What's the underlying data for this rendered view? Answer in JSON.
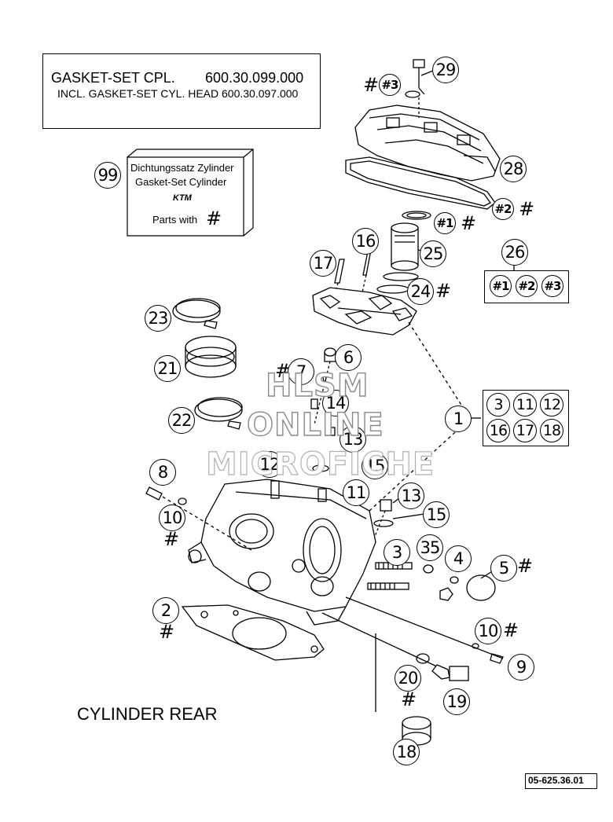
{
  "gasket_box": {
    "line1_label": "GASKET-SET CPL.",
    "line1_number": "600.30.099.000",
    "line2": "INCL. GASKET-SET CYL. HEAD 600.30.097.000"
  },
  "kit_box": {
    "callout": "99",
    "line1": "Dichtungssatz Zylinder",
    "line2": "Gasket-Set Cylinder",
    "logo": "KTM",
    "parts_with": "Parts with",
    "hash": "#"
  },
  "set26": {
    "callout": "26",
    "items": [
      "#1",
      "#2",
      "#3"
    ]
  },
  "set1": {
    "callout": "1",
    "items": [
      "3",
      "11",
      "12",
      "16",
      "17",
      "18"
    ]
  },
  "callouts": {
    "c29": "29",
    "c28": "28",
    "c25": "25",
    "c24": "24",
    "c16": "16",
    "c17": "17",
    "c23": "23",
    "c21": "21",
    "c22": "22",
    "c6": "6",
    "c7": "7",
    "c14": "14",
    "c13a": "13",
    "c15a": "15",
    "c12": "12",
    "c11": "11",
    "c13b": "13",
    "c15b": "15",
    "c8": "8",
    "c10a": "10",
    "c3": "3",
    "c35": "35",
    "c4": "4",
    "c5": "5",
    "c2": "2",
    "c10b": "10",
    "c9": "9",
    "c20": "20",
    "c19": "19",
    "c18": "18",
    "m3": "#3",
    "m2": "#2",
    "m1": "#1"
  },
  "hash_mark": "#",
  "caption": "CYLINDER REAR",
  "drawing_number": "05-625.36.01",
  "watermark": {
    "line1": "HLSM",
    "line2": "ONLINE",
    "line3": "MICROFICHE"
  }
}
